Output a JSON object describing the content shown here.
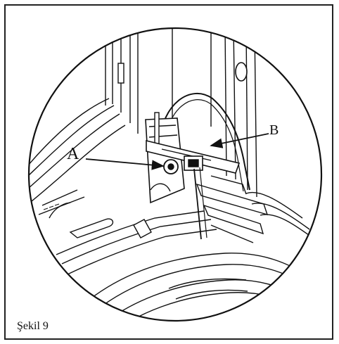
{
  "figure": {
    "caption": "Şekil 9",
    "callouts": {
      "a": "A",
      "b": "B"
    }
  }
}
